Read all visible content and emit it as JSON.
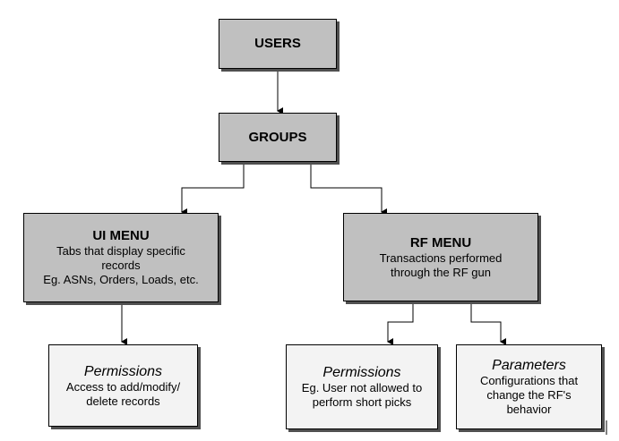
{
  "nodes": {
    "users": {
      "title": "USERS"
    },
    "groups": {
      "title": "GROUPS"
    },
    "ui_menu": {
      "title": "UI MENU",
      "lines": [
        "Tabs that display specific",
        "records",
        "Eg. ASNs, Orders, Loads, etc."
      ]
    },
    "rf_menu": {
      "title": "RF MENU",
      "lines": [
        "Transactions performed",
        "through the RF gun"
      ]
    },
    "ui_permissions": {
      "title": "Permissions",
      "lines": [
        "Access to add/modify/",
        "delete records"
      ]
    },
    "rf_permissions": {
      "title": "Permissions",
      "lines": [
        "Eg. User not allowed to",
        "perform short picks"
      ]
    },
    "rf_parameters": {
      "title": "Parameters",
      "lines": [
        "Configurations that",
        "change the RF's",
        "behavior"
      ]
    }
  },
  "colors": {
    "box_fill": "#c0c0c0",
    "leaf_fill": "#f3f3f3",
    "line": "#000000",
    "shadow": "#505050"
  }
}
